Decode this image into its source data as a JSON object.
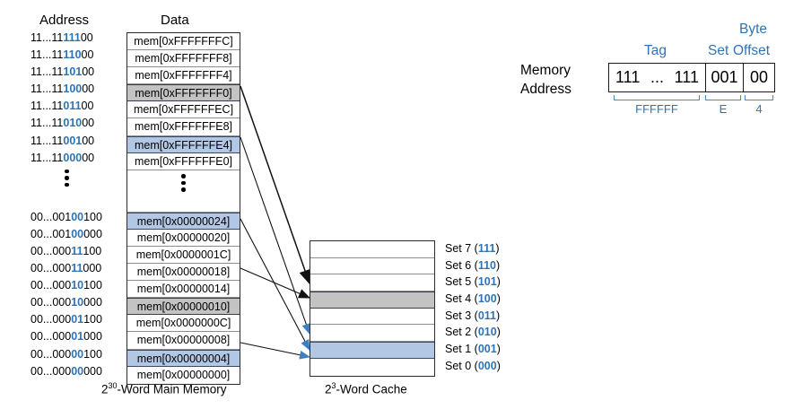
{
  "figure": {
    "memory_caption": "2",
    "memory_caption_sup": "30",
    "memory_caption_rest": "-Word Main Memory",
    "cache_caption": "2",
    "cache_caption_sup": "3",
    "cache_caption_rest": "-Word Cache"
  },
  "columns": {
    "address_header": "Address",
    "data_header": "Data"
  },
  "memory_rows": [
    {
      "addr_prefix": "11...11",
      "addr_set": "111",
      "addr_offset": "00",
      "data": "mem[0xFFFFFFFC]",
      "fill": "none"
    },
    {
      "addr_prefix": "11...11",
      "addr_set": "110",
      "addr_offset": "00",
      "data": "mem[0xFFFFFFF8]",
      "fill": "none"
    },
    {
      "addr_prefix": "11...11",
      "addr_set": "101",
      "addr_offset": "00",
      "data": "mem[0xFFFFFFF4]",
      "fill": "none"
    },
    {
      "addr_prefix": "11...11",
      "addr_set": "100",
      "addr_offset": "00",
      "data": "mem[0xFFFFFFF0]",
      "fill": "gray"
    },
    {
      "addr_prefix": "11...11",
      "addr_set": "011",
      "addr_offset": "00",
      "data": "mem[0xFFFFFFEC]",
      "fill": "none"
    },
    {
      "addr_prefix": "11...11",
      "addr_set": "010",
      "addr_offset": "00",
      "data": "mem[0xFFFFFFE8]",
      "fill": "none"
    },
    {
      "addr_prefix": "11...11",
      "addr_set": "001",
      "addr_offset": "00",
      "data": "mem[0xFFFFFFE4]",
      "fill": "blue"
    },
    {
      "addr_prefix": "11...11",
      "addr_set": "000",
      "addr_offset": "00",
      "data": "mem[0xFFFFFFE0]",
      "fill": "none"
    },
    {
      "addr_prefix": "",
      "addr_set": "",
      "addr_offset": "",
      "data": "",
      "fill": "ellipsis"
    },
    {
      "addr_prefix": "00...001",
      "addr_set": "00",
      "addr_offset": "100",
      "data": "mem[0x00000024]",
      "fill": "blue"
    },
    {
      "addr_prefix": "00...001",
      "addr_set": "00",
      "addr_offset": "000",
      "data": "mem[0x00000020]",
      "fill": "none"
    },
    {
      "addr_prefix": "00...000",
      "addr_set": "11",
      "addr_offset": "100",
      "data": "mem[0x0000001C]",
      "fill": "none"
    },
    {
      "addr_prefix": "00...000",
      "addr_set": "11",
      "addr_offset": "000",
      "data": "mem[0x00000018]",
      "fill": "none"
    },
    {
      "addr_prefix": "00...000",
      "addr_set": "10",
      "addr_offset": "100",
      "data": "mem[0x00000014]",
      "fill": "none"
    },
    {
      "addr_prefix": "00...000",
      "addr_set": "10",
      "addr_offset": "000",
      "data": "mem[0x00000010]",
      "fill": "gray"
    },
    {
      "addr_prefix": "00...000",
      "addr_set": "01",
      "addr_offset": "100",
      "data": "mem[0x0000000C]",
      "fill": "none"
    },
    {
      "addr_prefix": "00...000",
      "addr_set": "01",
      "addr_offset": "000",
      "data": "mem[0x00000008]",
      "fill": "none"
    },
    {
      "addr_prefix": "00...000",
      "addr_set": "00",
      "addr_offset": "100",
      "data": "mem[0x00000004]",
      "fill": "blue"
    },
    {
      "addr_prefix": "00...000",
      "addr_set": "00",
      "addr_offset": "000",
      "data": "mem[0x00000000]",
      "fill": "none"
    }
  ],
  "cache_sets": [
    {
      "name": "Set 7",
      "bits": "111",
      "fill": "none"
    },
    {
      "name": "Set 6",
      "bits": "110",
      "fill": "none"
    },
    {
      "name": "Set 5",
      "bits": "101",
      "fill": "none"
    },
    {
      "name": "Set 4",
      "bits": "100",
      "fill": "gray"
    },
    {
      "name": "Set 3",
      "bits": "011",
      "fill": "none"
    },
    {
      "name": "Set 2",
      "bits": "010",
      "fill": "none"
    },
    {
      "name": "Set 1",
      "bits": "001",
      "fill": "blue"
    },
    {
      "name": "Set 0",
      "bits": "000",
      "fill": "none"
    }
  ],
  "memory_address": {
    "label_line1": "Memory",
    "label_line2": "Address",
    "tag_label": "Tag",
    "set_label": "Set",
    "byte_label": "Byte",
    "offset_label": "Offset",
    "tag_bits_left": "111",
    "tag_bits_dots": "...",
    "tag_bits_right": "111",
    "set_bits": "001",
    "offset_bits": "00",
    "tag_hex": "FFFFFF",
    "set_hex": "E",
    "offset_hex": "4"
  },
  "colors": {
    "accent_blue": "#2e74b5",
    "fill_blue": "#b2c7e3",
    "fill_gray": "#c3c3c3",
    "arrow_blue": "#3f7fc1",
    "arrow_black": "#111111"
  }
}
